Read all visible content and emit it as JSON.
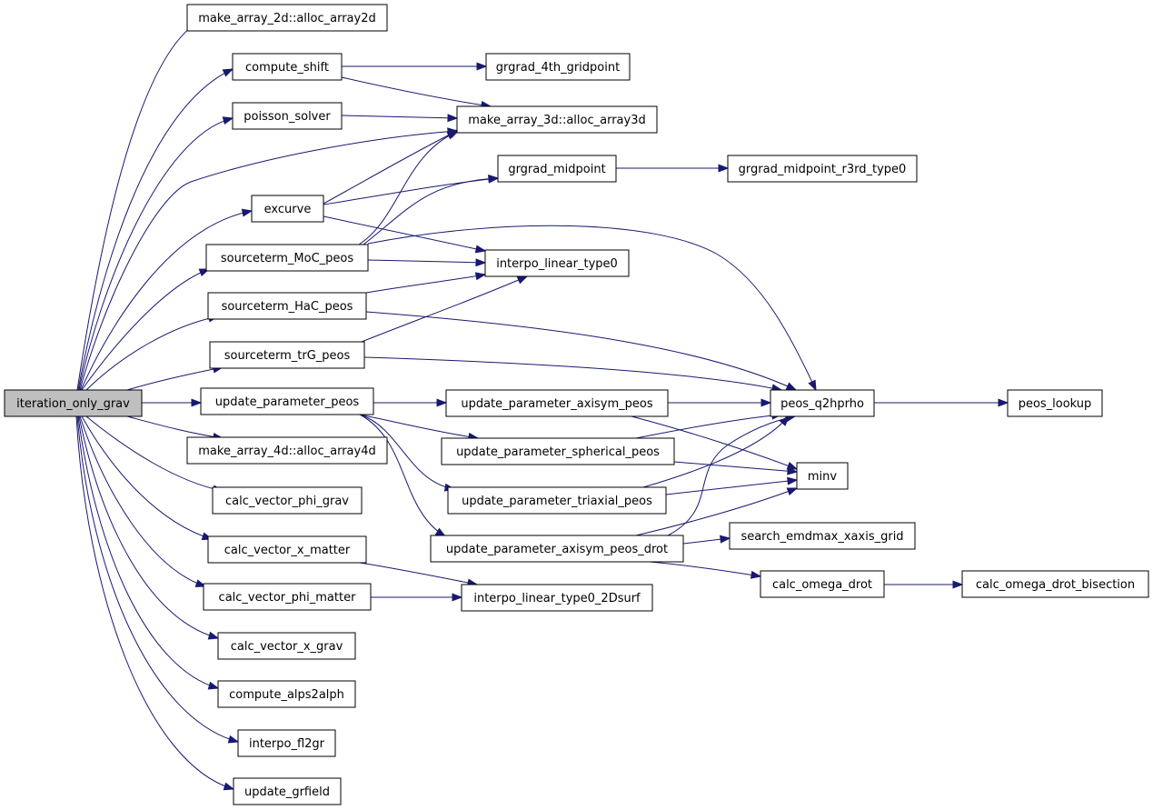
{
  "nodes": {
    "iteration_only_grav": "iteration_only_grav",
    "make_array_2d_alloc_array2d": "make_array_2d::alloc_array2d",
    "compute_shift": "compute_shift",
    "poisson_solver": "poisson_solver",
    "excurve": "excurve",
    "sourceterm_MoC_peos": "sourceterm_MoC_peos",
    "sourceterm_HaC_peos": "sourceterm_HaC_peos",
    "sourceterm_trG_peos": "sourceterm_trG_peos",
    "update_parameter_peos": "update_parameter_peos",
    "make_array_4d_alloc_array4d": "make_array_4d::alloc_array4d",
    "calc_vector_phi_grav": "calc_vector_phi_grav",
    "calc_vector_x_matter": "calc_vector_x_matter",
    "calc_vector_phi_matter": "calc_vector_phi_matter",
    "calc_vector_x_grav": "calc_vector_x_grav",
    "compute_alps2alph": "compute_alps2alph",
    "interpo_fl2gr": "interpo_fl2gr",
    "update_grfield": "update_grfield",
    "grgrad_4th_gridpoint": "grgrad_4th_gridpoint",
    "make_array_3d_alloc_array3d": "make_array_3d::alloc_array3d",
    "grgrad_midpoint": "grgrad_midpoint",
    "interpo_linear_type0": "interpo_linear_type0",
    "update_parameter_axisym_peos": "update_parameter_axisym_peos",
    "update_parameter_spherical_peos": "update_parameter_spherical_peos",
    "update_parameter_triaxial_peos": "update_parameter_triaxial_peos",
    "update_parameter_axisym_peos_drot": "update_parameter_axisym_peos_drot",
    "interpo_linear_type0_2Dsurf": "interpo_linear_type0_2Dsurf",
    "grgrad_midpoint_r3rd_type0": "grgrad_midpoint_r3rd_type0",
    "peos_q2hprho": "peos_q2hprho",
    "minv": "minv",
    "search_emdmax_xaxis_grid": "search_emdmax_xaxis_grid",
    "calc_omega_drot": "calc_omega_drot",
    "peos_lookup": "peos_lookup",
    "calc_omega_drot_bisection": "calc_omega_drot_bisection"
  },
  "colors": {
    "edge": "#191970",
    "root_fill": "#bfbfbf",
    "node_fill": "#ffffff"
  }
}
